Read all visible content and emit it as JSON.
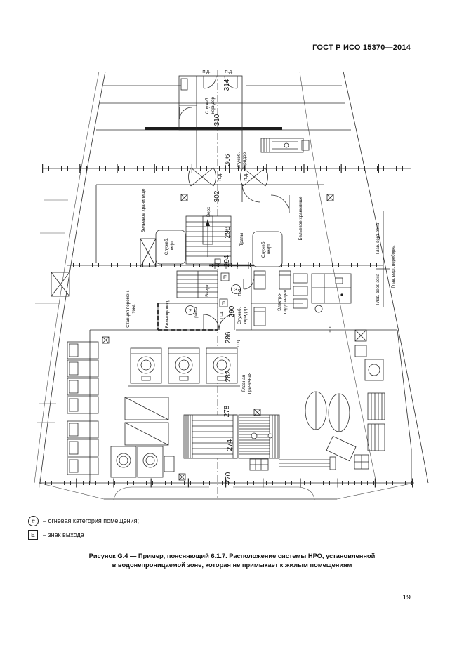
{
  "page": {
    "header": "ГОСТ Р ИСО 15370—2014",
    "page_number": "19"
  },
  "legend": {
    "fire_symbol": "#",
    "fire_text": "– огневая категория помещения;",
    "exit_symbol": "E",
    "exit_text": "– знак выхода"
  },
  "caption": {
    "line1": "Рисунок G.4 — Пример, поясняющий 6.1.7. Расположение системы НРО, установленной",
    "line2": "в водонепроницаемой зоне, которая не примыкает к жилым помещениям"
  },
  "drawing": {
    "frame_numbers": [
      "314",
      "310",
      "306",
      "302",
      "298",
      "294",
      "290",
      "286",
      "282",
      "278",
      "274",
      "270"
    ],
    "labels": {
      "sluzheb": "Служеб.",
      "koridor": "коридор",
      "lift": "лифт",
      "linen_storage": "Бельевое хранилище",
      "trapy": "Трапы",
      "verh": "Верх",
      "vverh": "Вверх",
      "station_l1": "Станция перемен.",
      "station_l2": "тока",
      "linen_chute": "Бельепровод",
      "substation_l1": "Электро-",
      "substation_l2": "подстанция",
      "laundry_l1": "Главная",
      "laundry_l2": "прачечная",
      "mvz": "Глав. верт. зона",
      "mvb": "Глав. верт. переборка",
      "pd": "П.Д.",
      "exit": "E",
      "cat2": "2",
      "cat3": "3"
    }
  }
}
